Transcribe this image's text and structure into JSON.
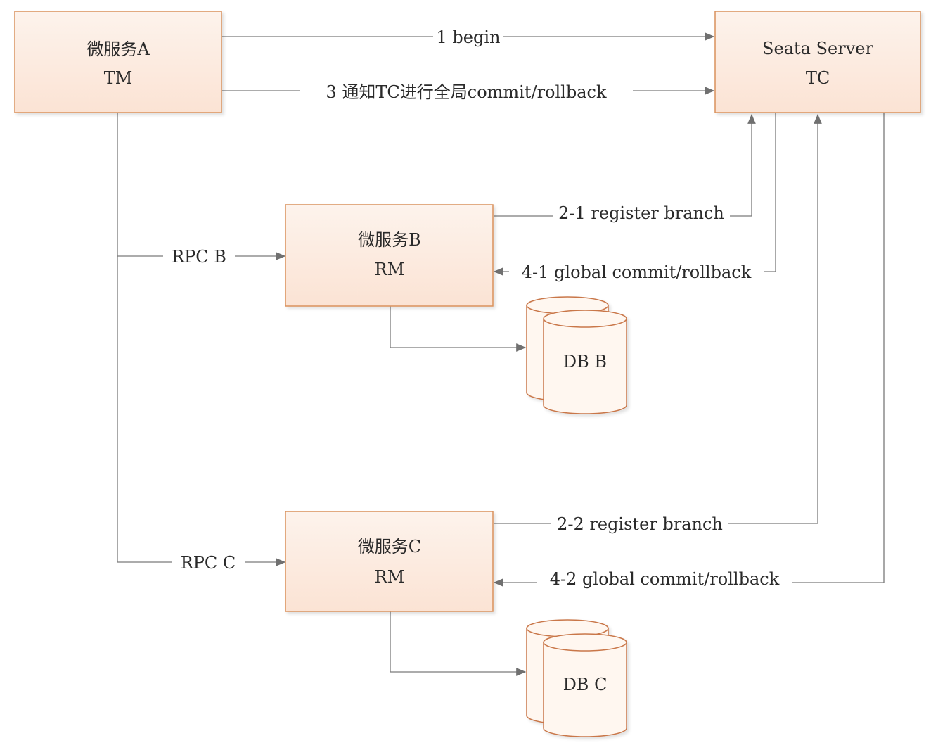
{
  "nodes": {
    "service_a": {
      "line1": "微服务A",
      "line2": "TM"
    },
    "seata": {
      "line1": "Seata Server",
      "line2": "TC"
    },
    "service_b": {
      "line1": "微服务B",
      "line2": "RM"
    },
    "service_c": {
      "line1": "微服务C",
      "line2": "RM"
    },
    "db_b": {
      "label": "DB B"
    },
    "db_c": {
      "label": "DB C"
    }
  },
  "edges": {
    "begin": "1 begin",
    "notify_tc": "3 通知TC进行全局commit/rollback",
    "rpc_b": "RPC  B",
    "rpc_c": "RPC  C",
    "register_b": "2-1 register branch",
    "global_b": "4-1 global commit/rollback",
    "register_c": "2-2 register branch",
    "global_c": "4-2 global commit/rollback"
  },
  "colors": {
    "box_fill_top": "#fdf3ec",
    "box_fill_bottom": "#fbe3d4",
    "box_border": "#d9915c",
    "edge": "#7a7a7a"
  }
}
